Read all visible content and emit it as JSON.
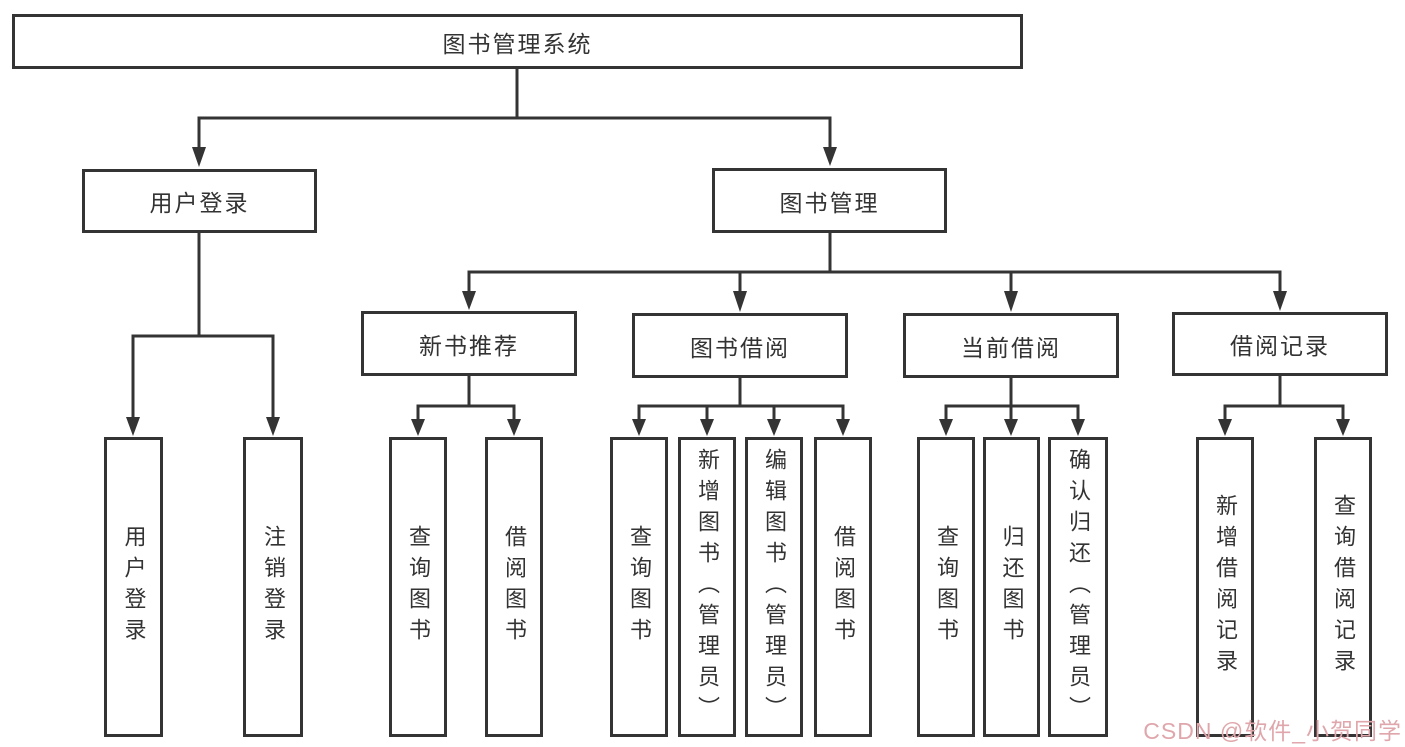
{
  "diagram": {
    "type": "functional-structure-tree",
    "root": {
      "label": "图书管理系统"
    },
    "level2": [
      {
        "id": "user-login",
        "label": "用户登录",
        "children": [
          {
            "label": "用户登录"
          },
          {
            "label": "注销登录"
          }
        ]
      },
      {
        "id": "book-management",
        "label": "图书管理",
        "children": [
          {
            "id": "new-book-recommend",
            "label": "新书推荐",
            "children": [
              {
                "label": "查询图书"
              },
              {
                "label": "借阅图书"
              }
            ]
          },
          {
            "id": "book-borrowing",
            "label": "图书借阅",
            "children": [
              {
                "label": "查询图书"
              },
              {
                "label": "新增图书（管理员）"
              },
              {
                "label": "编辑图书（管理员）"
              },
              {
                "label": "借阅图书"
              }
            ]
          },
          {
            "id": "current-borrowing",
            "label": "当前借阅",
            "children": [
              {
                "label": "查询图书"
              },
              {
                "label": "归还图书"
              },
              {
                "label": "确认归还（管理员）"
              }
            ]
          },
          {
            "id": "borrowing-records",
            "label": "借阅记录",
            "children": [
              {
                "label": "新增借阅记录"
              },
              {
                "label": "查询借阅记录"
              }
            ]
          }
        ]
      }
    ],
    "colors": {
      "line": "#343434",
      "box_border": "#343434",
      "text": "#333333",
      "watermark": "#dfa6ab",
      "background": "#ffffff"
    }
  },
  "watermark": {
    "text": "CSDN @软件_小贺同学"
  }
}
